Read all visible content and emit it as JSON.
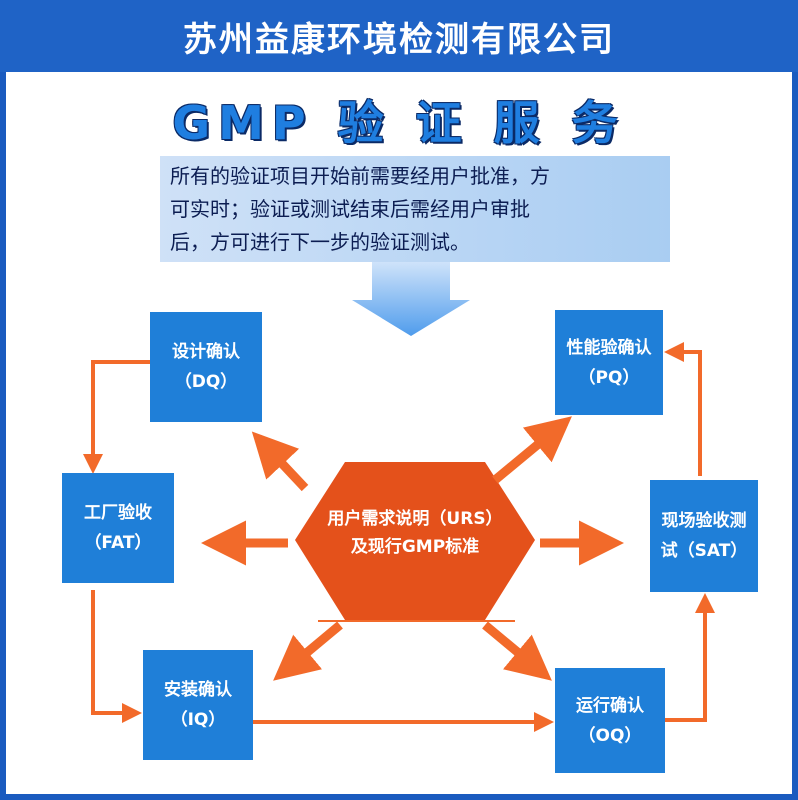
{
  "header": {
    "company": "苏州益康环境检测有限公司"
  },
  "title": {
    "text": "GMP 验 证 服 务"
  },
  "notice": {
    "lines": [
      "所有的验证项目开始前需要经用户批准，方",
      "可实时；验证或测试结束后需经用户审批",
      "后，方可进行下一步的验证测试。"
    ]
  },
  "center": {
    "line1": "用户需求说明（URS）",
    "line2": "及现行GMP标准"
  },
  "stages": {
    "dq": {
      "line1": "设计确认",
      "line2": "（DQ）"
    },
    "fat": {
      "line1": "工厂验收",
      "line2": "（FAT）"
    },
    "iq": {
      "line1": "安装确认",
      "line2": "（IQ）"
    },
    "pq": {
      "line1": "性能验确认",
      "line2": "（PQ）"
    },
    "sat": {
      "line1": "现场验收测",
      "line2": "试（SAT）"
    },
    "oq": {
      "line1": "运行确认",
      "line2": "（OQ）"
    }
  },
  "colors": {
    "header": "#1f63c6",
    "box": "#1f7fd8",
    "center": "#e4511b",
    "arrow": "#f26a2a",
    "down_arrow": "#5aa2ee"
  }
}
